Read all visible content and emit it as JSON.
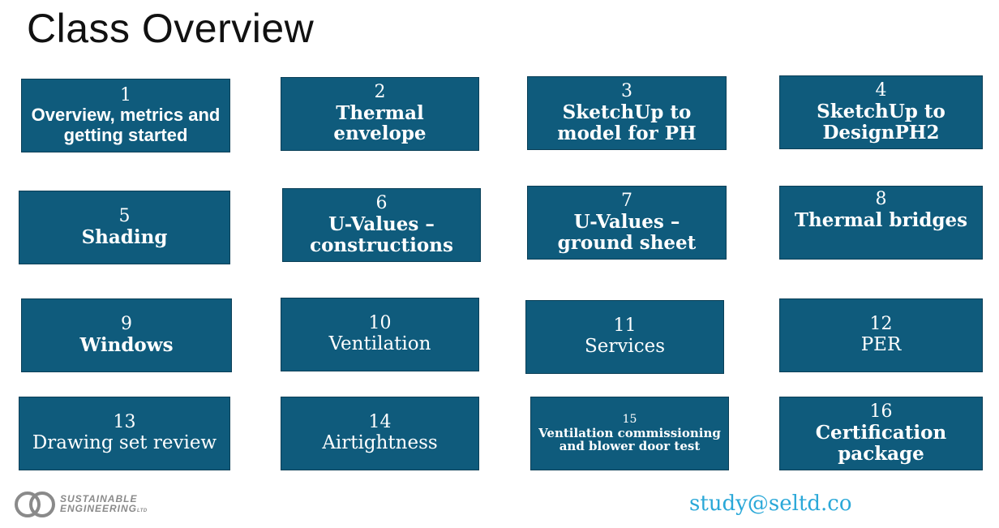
{
  "title": "Class Overview",
  "cards": [
    {
      "num": "1",
      "label": "Overview, metrics and getting started"
    },
    {
      "num": "2",
      "label": "Thermal envelope"
    },
    {
      "num": "3",
      "label": "SketchUp to model for PH"
    },
    {
      "num": "4",
      "label": "SketchUp to DesignPH2"
    },
    {
      "num": "5",
      "label": "Shading"
    },
    {
      "num": "6",
      "label": "U-Values – constructions"
    },
    {
      "num": "7",
      "label": "U-Values – ground sheet"
    },
    {
      "num": "8",
      "label": "Thermal bridges"
    },
    {
      "num": "9",
      "label": "Windows"
    },
    {
      "num": "10",
      "label": "Ventilation"
    },
    {
      "num": "11",
      "label": "Services"
    },
    {
      "num": "12",
      "label": "PER"
    },
    {
      "num": "13",
      "label": "Drawing set review"
    },
    {
      "num": "14",
      "label": "Airtightness"
    },
    {
      "num": "15",
      "label": "Ventilation commissioning and blower door test"
    },
    {
      "num": "16",
      "label": "Certification package"
    }
  ],
  "logo": {
    "line1": "SUSTAINABLE",
    "line2": "ENGINEERING",
    "suffix": "LTD"
  },
  "email": "study@seltd.co"
}
